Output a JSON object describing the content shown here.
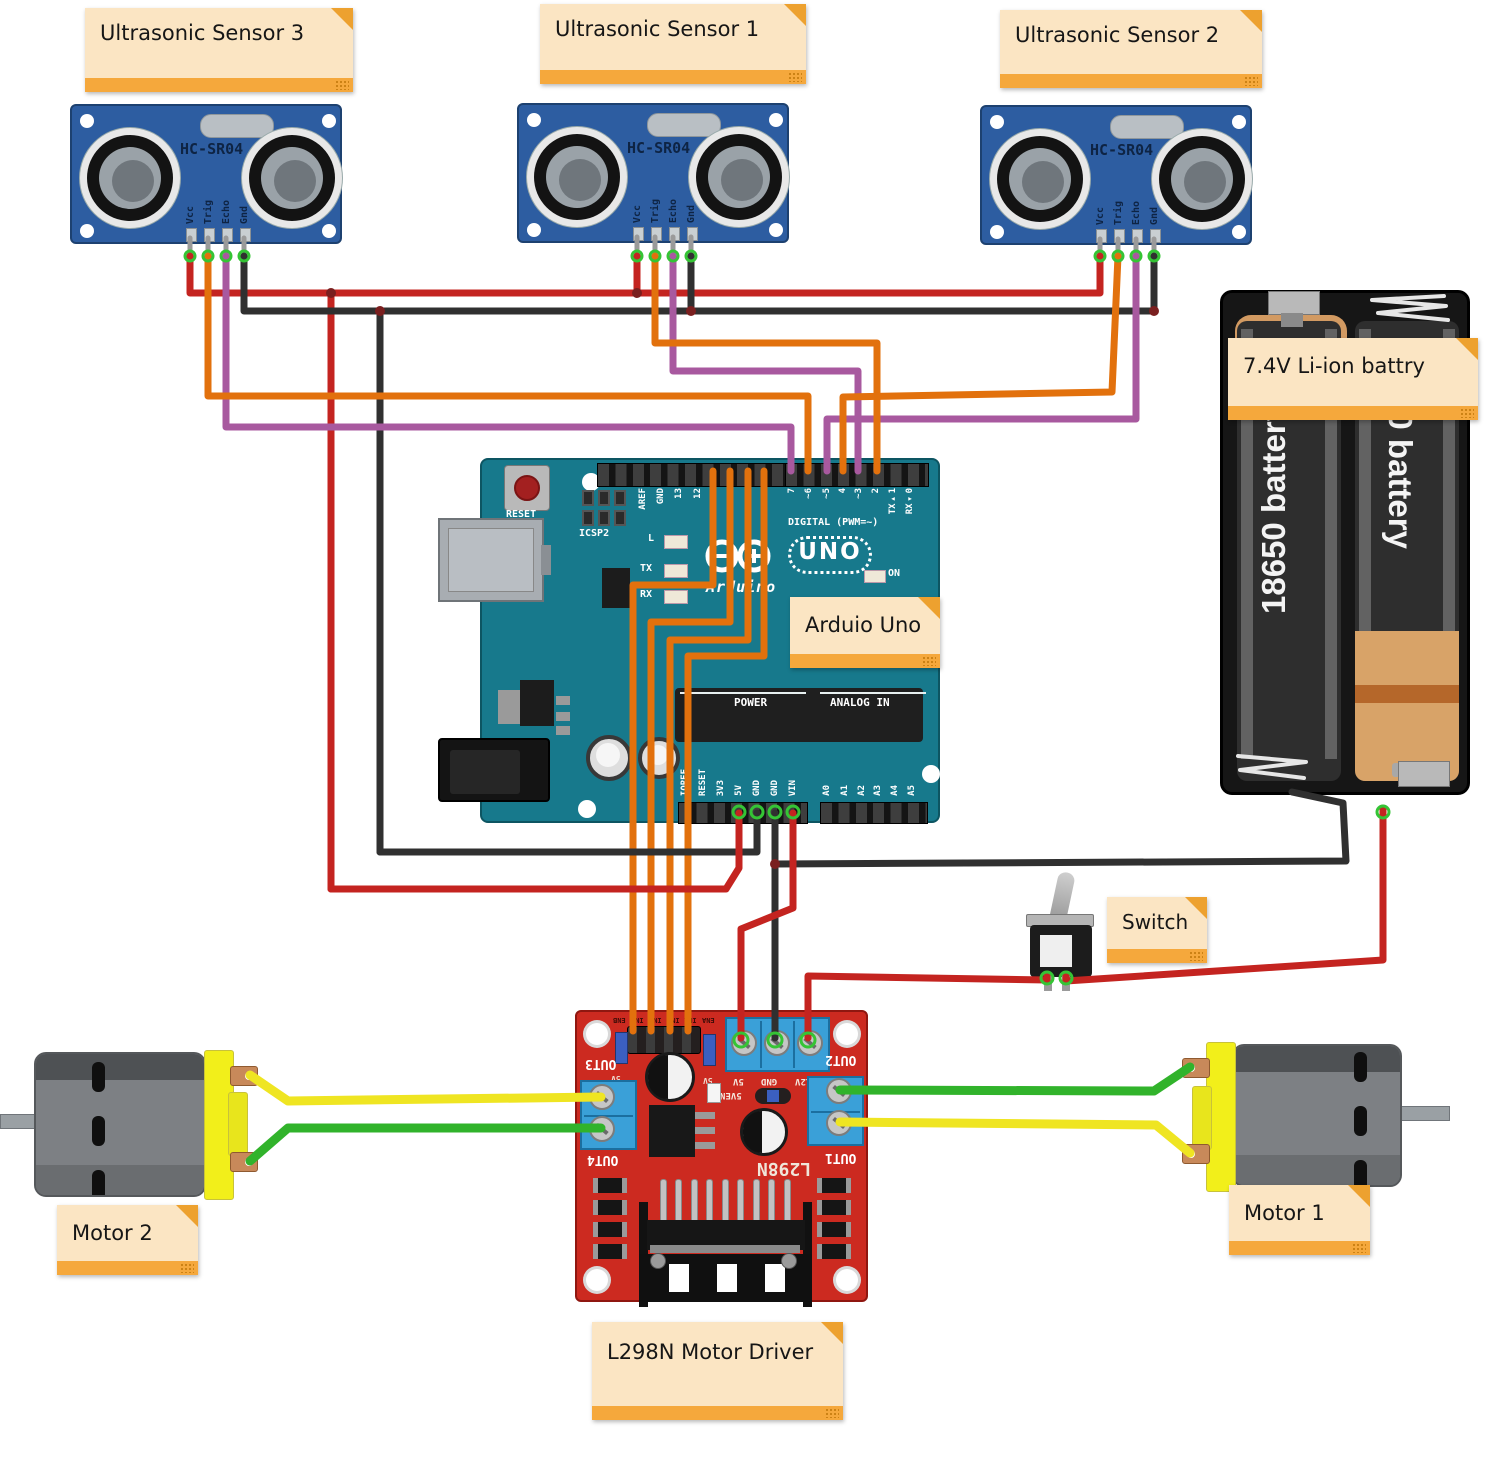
{
  "notes": {
    "ultrasonic_sensor_3": "Ultrasonic Sensor 3",
    "ultrasonic_sensor_1": "Ultrasonic Sensor 1",
    "ultrasonic_sensor_2": "Ultrasonic Sensor 2",
    "battery": "7.4V Li-ion battry",
    "arduino": "Arduio Uno",
    "switch": "Switch",
    "motor_2": "Motor 2",
    "motor_1": "Motor 1",
    "l298n": "L298N Motor Driver"
  },
  "hc_sr04": {
    "chip_label": "HC-SR04",
    "pins": [
      "Vcc",
      "Trig",
      "Echo",
      "Gnd"
    ]
  },
  "arduino": {
    "reset_button": "RESET",
    "icsp_label": "ICSP2",
    "digital_caption": "DIGITAL (PWM=~)",
    "left_pins": [
      "AREF",
      "GND",
      "13",
      "12"
    ],
    "right_pins": [
      "7",
      "~6",
      "~5",
      "4",
      "~3",
      "2",
      "TX▸1",
      "RX◂0"
    ],
    "led_l": "L",
    "led_tx": "TX",
    "led_rx": "RX",
    "on_label": "ON",
    "logo_text": "UNO",
    "brand": "Arduino",
    "power_caption": "POWER",
    "analog_caption": "ANALOG IN",
    "power_pins": [
      "IOREF",
      "RESET",
      "3V3",
      "5V",
      "GND",
      "GND",
      "VIN"
    ],
    "analog_pins": [
      "A0",
      "A1",
      "A2",
      "A3",
      "A4",
      "A5"
    ]
  },
  "l298n_board": {
    "chip_label": "L298N",
    "out3": "OUT3",
    "out4": "OUT4",
    "out2": "OUT2",
    "out1": "OUT1",
    "power_terminals": [
      "5V",
      "GND",
      "12V"
    ],
    "jumper_label": "5VEN",
    "enable_5v_left": "5V",
    "enable_5v_right": "5V",
    "header_pins": [
      "ENB",
      "IN4",
      "IN3",
      "IN2",
      "IN1",
      "ENA"
    ]
  },
  "battery_pack": {
    "cell1_label": "18650 battery",
    "cell2_label": "18650 battery"
  },
  "wire_colors": {
    "red": "#c42420",
    "black": "#303030",
    "orange": "#e2710d",
    "purple": "#a8599f",
    "yellow": "#efe522",
    "green": "#31b32b",
    "stub_gray": "#9a9a9a",
    "junction": "#7a1f1f",
    "ring_green": "#35c435"
  },
  "board_colors": {
    "sensor_blue": "#2d5da1",
    "arduino_teal": "#17798c",
    "l298n_red": "#cc2a20",
    "terminal_blue": "#3aa0d8",
    "note_bg": "#fbe5c3",
    "note_bar": "#f5a83c",
    "motor_yellow": "#f2ef1a",
    "battery_black": "#161616"
  }
}
